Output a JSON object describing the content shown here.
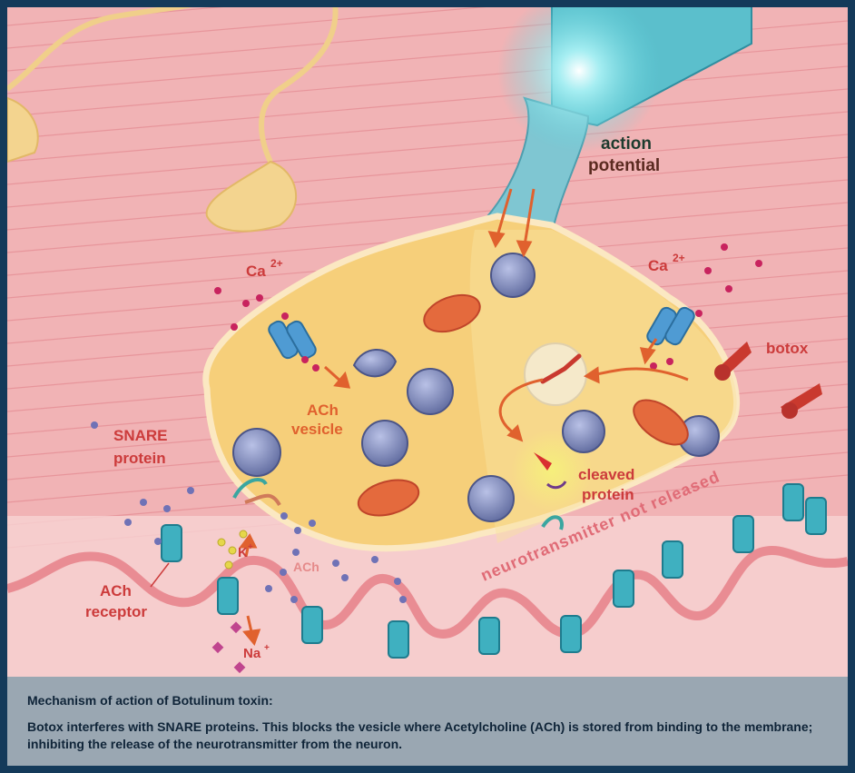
{
  "labels": {
    "action_potential_line1": "action",
    "action_potential_line2": "potential",
    "ca_left": "Ca",
    "ca_left_sup": "2+",
    "ca_right": "Ca",
    "ca_right_sup": "2+",
    "botox": "botox",
    "ach_vesicle_line1": "ACh",
    "ach_vesicle_line2": "vesicle",
    "snare_line1": "SNARE",
    "snare_line2": "protein",
    "cleaved_line1": "cleaved",
    "cleaved_line2": "protein",
    "k_ion": "K",
    "k_sup": "+",
    "na_ion": "Na",
    "na_sup": "+",
    "ach_small": "ACh",
    "ach_receptor_line1": "ACh",
    "ach_receptor_line2": "receptor",
    "not_released": "neurotransmitter not released"
  },
  "caption": {
    "title": "Mechanism of action of Botulinum toxin:",
    "body": "Botox interferes with SNARE proteins. This blocks the vesicle where Acetylcholine (ACh) is stored from binding to the membrane; inhibiting the release of the neurotransmitter from the neuron."
  },
  "colors": {
    "muscle": "#f1b3b5",
    "neuron": "#f6cf7a",
    "neuron_outline": "#fbe8c2",
    "vesicle": "#7d88b8",
    "label_red": "#cc3b3b",
    "label_dark": "#3a2a1a",
    "caption_bg": "#9aa7b2",
    "frame": "#143a5a"
  }
}
